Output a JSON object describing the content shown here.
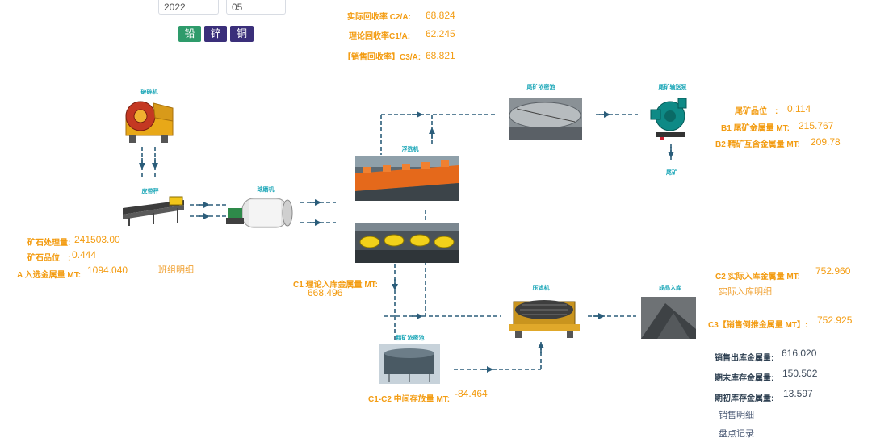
{
  "filters": {
    "year": "2022",
    "month": "05"
  },
  "metal_buttons": [
    {
      "label": "铅",
      "color": "#2e9b6b"
    },
    {
      "label": "锌",
      "color": "#3a2f7a"
    },
    {
      "label": "铜",
      "color": "#3a2f7a"
    }
  ],
  "recovery": {
    "c2a_label": "实际回收率 C2/A:",
    "c2a_value": "68.824",
    "c1a_label": "理论回收率C1/A:",
    "c1a_value": "62.245",
    "c3a_label": "【销售回收率】C3/A:",
    "c3a_value": "68.821"
  },
  "equipment": {
    "crusher": "破碎机",
    "belt_scale": "皮带秤",
    "ball_mill": "球磨机",
    "flotation": "浮选机",
    "tailings_thickener": "尾矿浓密池",
    "tailings_pump": "尾矿输送泵",
    "tailings": "尾矿",
    "filter_press": "压滤机",
    "product_storage": "成品入库",
    "concentrate_thickener": "精矿浓密池"
  },
  "ore": {
    "processed_label": "矿石处理量:",
    "processed_value": "241503.00",
    "grade_label": "矿石品位　:",
    "grade_value": "0.444",
    "a_label": "A 入选金属量 MT:",
    "a_value": "1094.040",
    "shift_link": "班组明细"
  },
  "c1": {
    "label": "C1 理论入库金属量 MT:",
    "value": "668.496"
  },
  "tailings": {
    "grade_label": "尾矿品位　:",
    "grade_value": "0.114",
    "b1_label": "B1 尾矿金属量 MT:",
    "b1_value": "215.767",
    "b2_label": "B2 精矿互含金属量 MT:",
    "b2_value": "209.78"
  },
  "c2": {
    "label": "C2 实际入库金属量 MT:",
    "value": "752.960",
    "link": "实际入库明细"
  },
  "c3": {
    "label": "C3【销售倒推金属量 MT】:",
    "value": "752.925"
  },
  "sales": {
    "out_label": "销售出库金属量:",
    "out_value": "616.020",
    "end_label": "期末库存金属量:",
    "end_value": "150.502",
    "begin_label": "期初库存金属量:",
    "begin_value": "13.597",
    "detail_link": "销售明细",
    "inventory_link": "盘点记录"
  },
  "c1c2": {
    "label": "C1-C2 中间存放量 MT:",
    "value": "-84.464"
  }
}
